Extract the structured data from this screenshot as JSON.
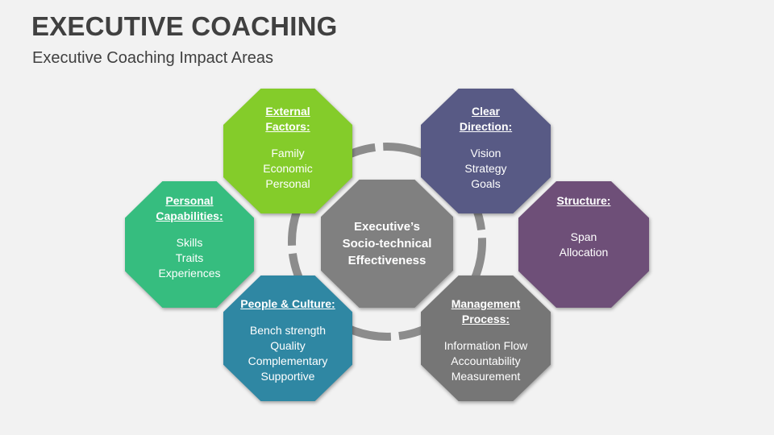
{
  "title": "EXECUTIVE COACHING",
  "subtitle": "Executive Coaching Impact Areas",
  "center": {
    "lines": [
      "Executive’s",
      "Socio-technical",
      "Effectiveness"
    ],
    "color": "#808080"
  },
  "areas": [
    {
      "heading": [
        "External",
        "Factors:"
      ],
      "items": [
        "Family",
        "Economic",
        "Personal"
      ],
      "color": "#84cc2a"
    },
    {
      "heading": [
        "Clear",
        "Direction:"
      ],
      "items": [
        "Vision",
        "Strategy",
        "Goals"
      ],
      "color": "#585a85"
    },
    {
      "heading": [
        "Personal",
        "Capabilities:"
      ],
      "items": [
        "Skills",
        "Traits",
        "Experiences"
      ],
      "color": "#36bd7f"
    },
    {
      "heading": [
        "Structure:"
      ],
      "items": [
        "Span",
        "Allocation"
      ],
      "color": "#6e4f78"
    },
    {
      "heading": [
        "People & Culture:"
      ],
      "items": [
        "Bench strength",
        "Quality",
        "Complementary",
        "Supportive"
      ],
      "color": "#2f87a3"
    },
    {
      "heading": [
        "Management",
        "Process:"
      ],
      "items": [
        "Information Flow",
        "Accountability",
        "Measurement"
      ],
      "color": "#767676"
    }
  ]
}
